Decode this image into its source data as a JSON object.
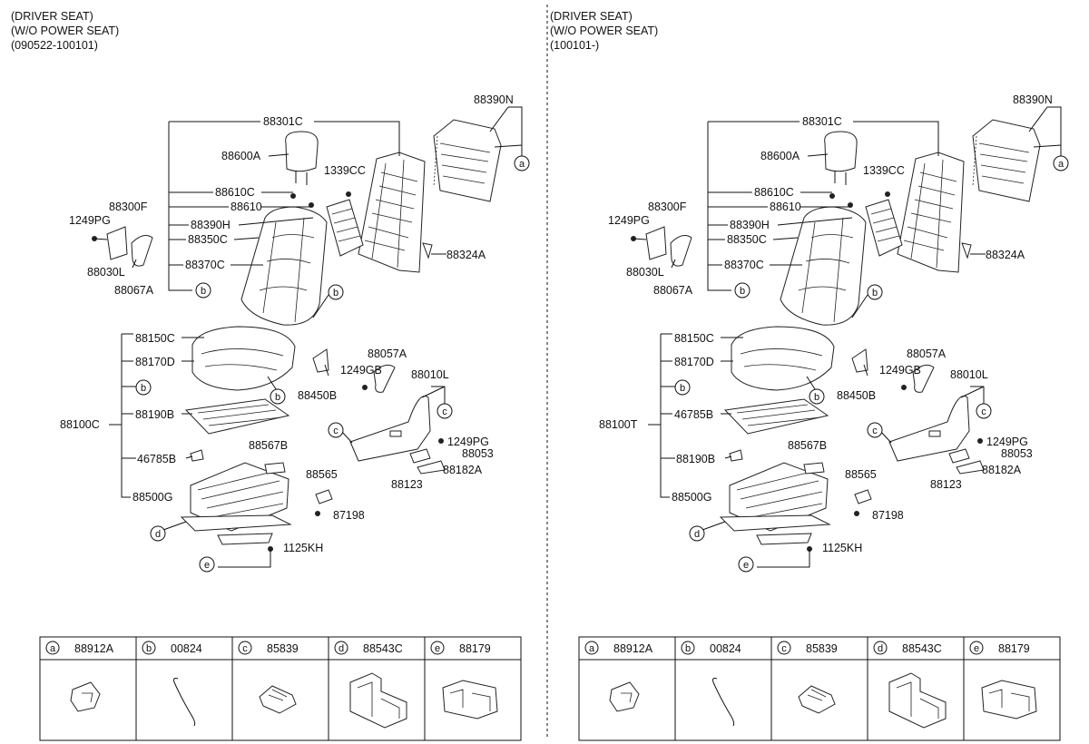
{
  "panels": [
    {
      "header": [
        "(DRIVER SEAT)",
        "(W/O POWER SEAT)",
        "(090522-100101)"
      ],
      "labels": {
        "p88390N": "88390N",
        "p88301C": "88301C",
        "p88600A": "88600A",
        "p1339CC": "1339CC",
        "p88610C": "88610C",
        "p88300F": "88300F",
        "p88610": "88610",
        "p1249PG": "1249PG",
        "p88390H": "88390H",
        "p88350C": "88350C",
        "p88324A": "88324A",
        "p88030L": "88030L",
        "p88370C": "88370C",
        "p88067A": "88067A",
        "p88150C": "88150C",
        "p88057A": "88057A",
        "p88170D": "88170D",
        "p1249GB": "1249GB",
        "p88010L": "88010L",
        "p88450B": "88450B",
        "p88100C": "88100C",
        "p88190B": "88190B",
        "p1249PG2": "1249PG",
        "p88567B": "88567B",
        "p88053": "88053",
        "p46785B": "46785B",
        "p88182A": "88182A",
        "p88123": "88123",
        "p88565": "88565",
        "p88500G": "88500G",
        "p87198": "87198",
        "p1125KH": "1125KH"
      },
      "callouts": {
        "a": "a",
        "b1": "b",
        "b2": "b",
        "b3": "b",
        "b4": "b",
        "c1": "c",
        "c2": "c",
        "d": "d",
        "e": "e"
      },
      "legend": [
        {
          "letter": "a",
          "part": "88912A"
        },
        {
          "letter": "b",
          "part": "00824"
        },
        {
          "letter": "c",
          "part": "85839"
        },
        {
          "letter": "d",
          "part": "88543C"
        },
        {
          "letter": "e",
          "part": "88179"
        }
      ]
    },
    {
      "header": [
        "(DRIVER SEAT)",
        "(W/O POWER SEAT)",
        "(100101-)"
      ],
      "labels": {
        "p88390N": "88390N",
        "p88301C": "88301C",
        "p88600A": "88600A",
        "p1339CC": "1339CC",
        "p88610C": "88610C",
        "p88300F": "88300F",
        "p88610": "88610",
        "p1249PG": "1249PG",
        "p88390H": "88390H",
        "p88350C": "88350C",
        "p88324A": "88324A",
        "p88030L": "88030L",
        "p88370C": "88370C",
        "p88067A": "88067A",
        "p88150C": "88150C",
        "p88057A": "88057A",
        "p88170D": "88170D",
        "p1249GB": "1249GB",
        "p88010L": "88010L",
        "p88450B": "88450B",
        "p88100C": "88100T",
        "p88190B": "46785B",
        "p1249PG2": "1249PG",
        "p88567B": "88567B",
        "p88053": "88053",
        "p46785B": "88190B",
        "p88182A": "88182A",
        "p88123": "88123",
        "p88565": "88565",
        "p88500G": "88500G",
        "p87198": "87198",
        "p1125KH": "1125KH"
      },
      "callouts": {
        "a": "a",
        "b1": "b",
        "b2": "b",
        "b3": "b",
        "b4": "b",
        "c1": "c",
        "c2": "c",
        "d": "d",
        "e": "e"
      },
      "legend": [
        {
          "letter": "a",
          "part": "88912A"
        },
        {
          "letter": "b",
          "part": "00824"
        },
        {
          "letter": "c",
          "part": "85839"
        },
        {
          "letter": "d",
          "part": "88543C"
        },
        {
          "letter": "e",
          "part": "88179"
        }
      ]
    }
  ]
}
